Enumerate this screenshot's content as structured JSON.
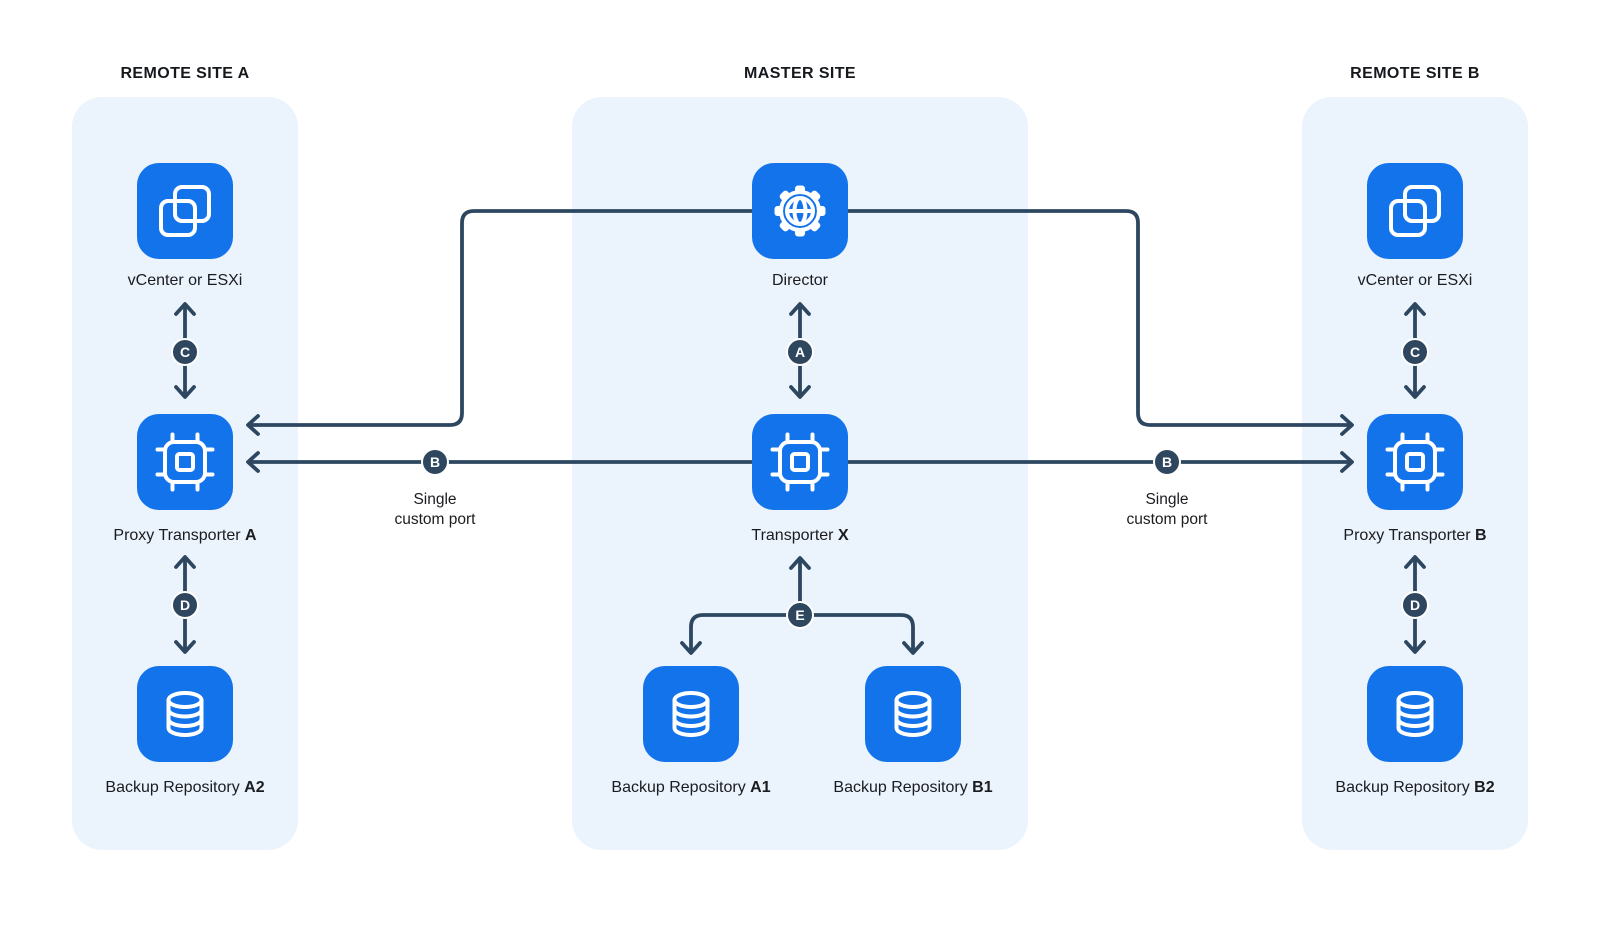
{
  "diagram": {
    "sites": {
      "remote_a": {
        "title": "REMOTE SITE A"
      },
      "master": {
        "title": "MASTER SITE"
      },
      "remote_b": {
        "title": "REMOTE SITE B"
      }
    },
    "nodes": {
      "vcenter_a": {
        "label": "vCenter or ESXi",
        "icon": "vmware-squares-icon"
      },
      "proxy_a": {
        "label": "Proxy Transporter ",
        "suffix": "A",
        "icon": "cpu-chip-icon"
      },
      "repo_a2": {
        "label": "Backup Repository ",
        "suffix": "A2",
        "icon": "database-icon"
      },
      "director": {
        "label": "Director",
        "icon": "gear-globe-icon"
      },
      "transporter_x": {
        "label": "Transporter ",
        "suffix": "X",
        "icon": "cpu-chip-icon"
      },
      "repo_a1": {
        "label": "Backup Repository ",
        "suffix": "A1",
        "icon": "database-icon"
      },
      "repo_b1": {
        "label": "Backup Repository ",
        "suffix": "B1",
        "icon": "database-icon"
      },
      "vcenter_b": {
        "label": "vCenter or ESXi",
        "icon": "vmware-squares-icon"
      },
      "proxy_b": {
        "label": "Proxy Transporter ",
        "suffix": "B",
        "icon": "cpu-chip-icon"
      },
      "repo_b2": {
        "label": "Backup Repository ",
        "suffix": "B2",
        "icon": "database-icon"
      }
    },
    "badges": {
      "a": "A",
      "b": "B",
      "c": "C",
      "d": "D",
      "e": "E"
    },
    "annotations": {
      "single_custom_port": {
        "line1": "Single",
        "line2": "custom port"
      }
    },
    "colors": {
      "node_blue": "#1273EB",
      "line_navy": "#2E4760",
      "badge_navy": "#2E465E",
      "panel_bg": "#EBF3FD",
      "text": "#1A1C1F",
      "icon_white": "#FFFFFF"
    }
  }
}
